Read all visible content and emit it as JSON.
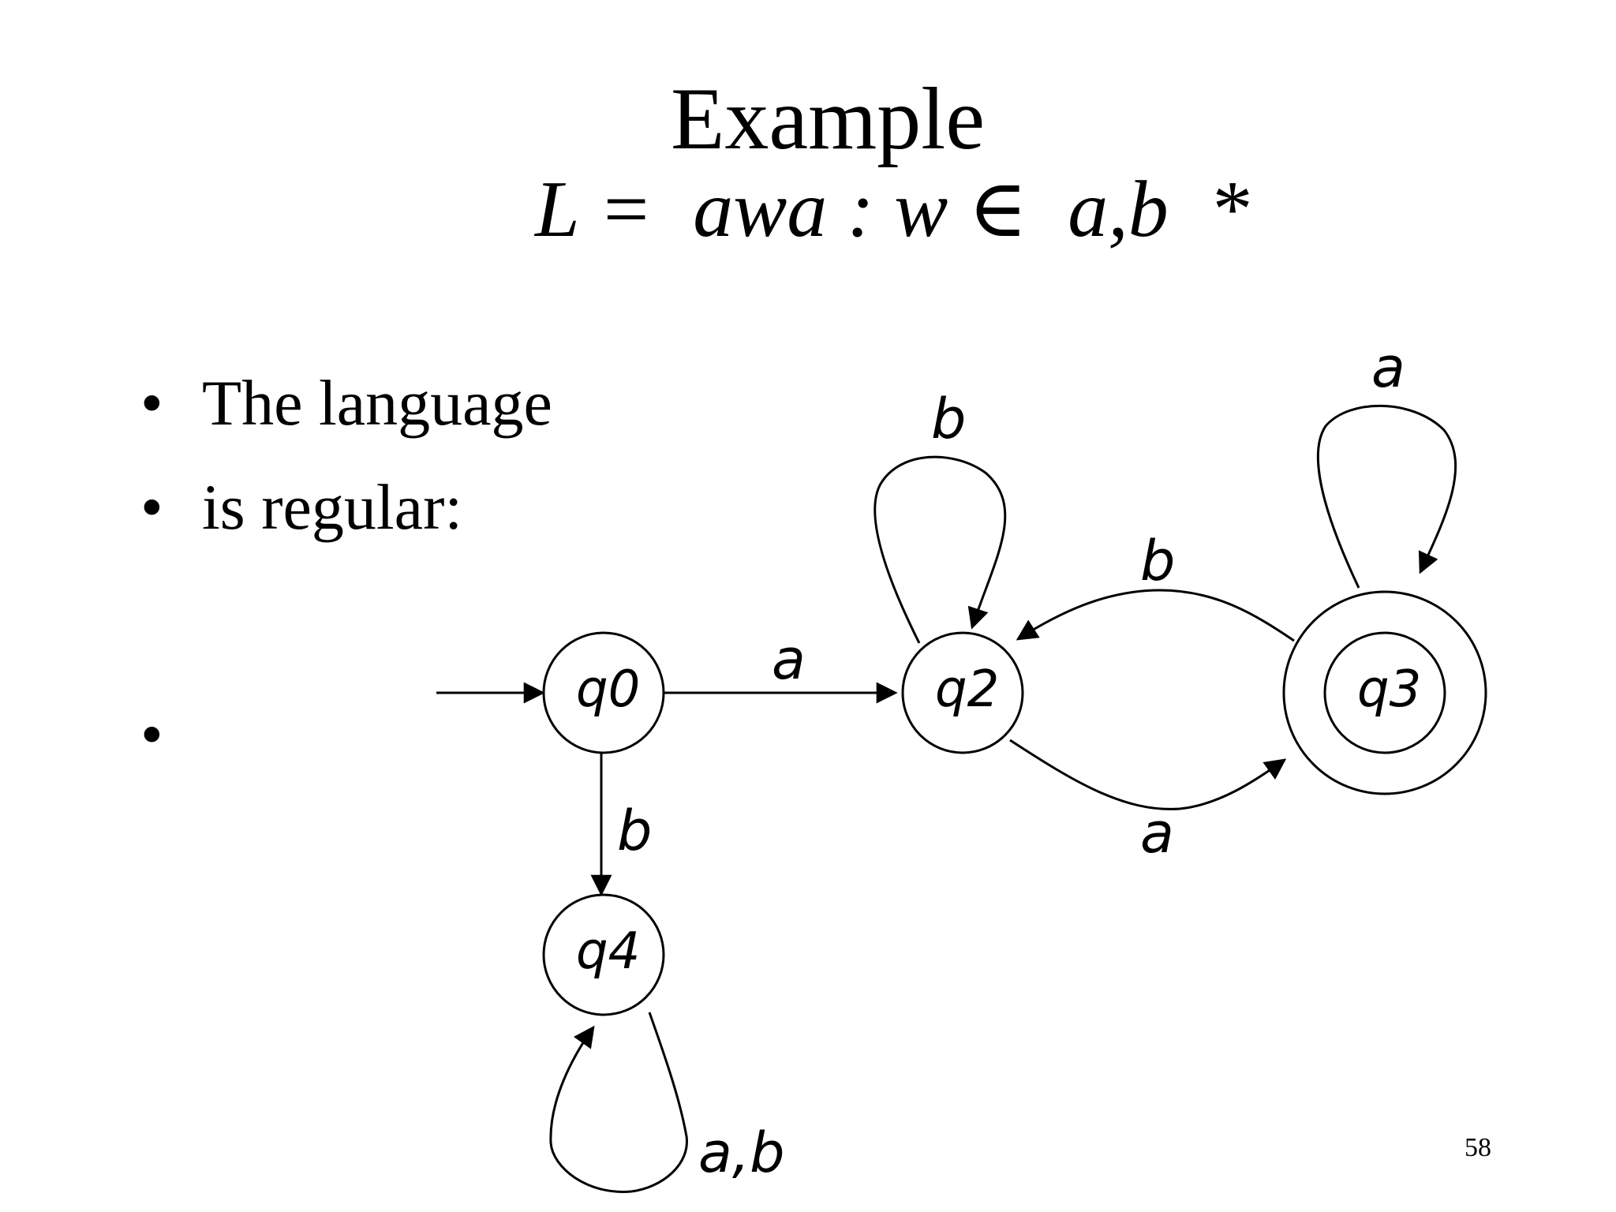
{
  "slide": {
    "title": "Example",
    "formula": "L =  awa : w ∈  a,b  *",
    "bullets": [
      "The language",
      "is regular:",
      ""
    ],
    "page_number": "58"
  },
  "diagram": {
    "states": [
      {
        "id": "q0",
        "label": "q0",
        "accepting": false,
        "initial": true
      },
      {
        "id": "q2",
        "label": "q2",
        "accepting": false,
        "initial": false
      },
      {
        "id": "q3",
        "label": "q3",
        "accepting": true,
        "initial": false
      },
      {
        "id": "q4",
        "label": "q4",
        "accepting": false,
        "initial": false
      }
    ],
    "transitions": [
      {
        "from": "q0",
        "to": "q2",
        "label": "a"
      },
      {
        "from": "q0",
        "to": "q4",
        "label": "b"
      },
      {
        "from": "q2",
        "to": "q2",
        "label": "b"
      },
      {
        "from": "q2",
        "to": "q3",
        "label": "a"
      },
      {
        "from": "q3",
        "to": "q2",
        "label": "b"
      },
      {
        "from": "q3",
        "to": "q3",
        "label": "a"
      },
      {
        "from": "q4",
        "to": "q4",
        "label": "a,b"
      }
    ]
  }
}
